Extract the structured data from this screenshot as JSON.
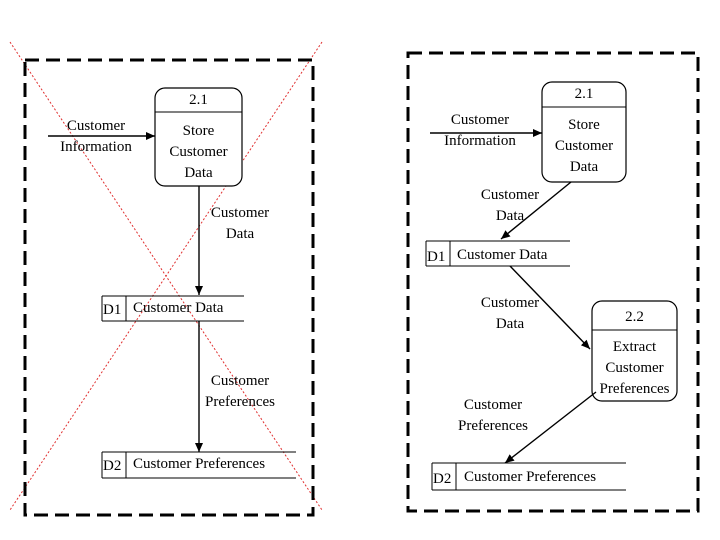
{
  "left_panel": {
    "input_label_line1": "Customer",
    "input_label_line2": "Information",
    "process": {
      "id": "2.1",
      "line1": "Store",
      "line2": "Customer",
      "line3": "Data"
    },
    "flow1_line1": "Customer",
    "flow1_line2": "Data",
    "store1": {
      "id": "D1",
      "name": "Customer Data"
    },
    "flow2_line1": "Customer",
    "flow2_line2": "Preferences",
    "store2": {
      "id": "D2",
      "name": "Customer Preferences"
    }
  },
  "right_panel": {
    "input_label_line1": "Customer",
    "input_label_line2": "Information",
    "process1": {
      "id": "2.1",
      "line1": "Store",
      "line2": "Customer",
      "line3": "Data"
    },
    "flow1_line1": "Customer",
    "flow1_line2": "Data",
    "store1": {
      "id": "D1",
      "name": "Customer Data"
    },
    "flow2_line1": "Customer",
    "flow2_line2": "Data",
    "process2": {
      "id": "2.2",
      "line1": "Extract",
      "line2": "Customer",
      "line3": "Preferences"
    },
    "flow3_line1": "Customer",
    "flow3_line2": "Preferences",
    "store2": {
      "id": "D2",
      "name": "Customer Preferences"
    }
  }
}
